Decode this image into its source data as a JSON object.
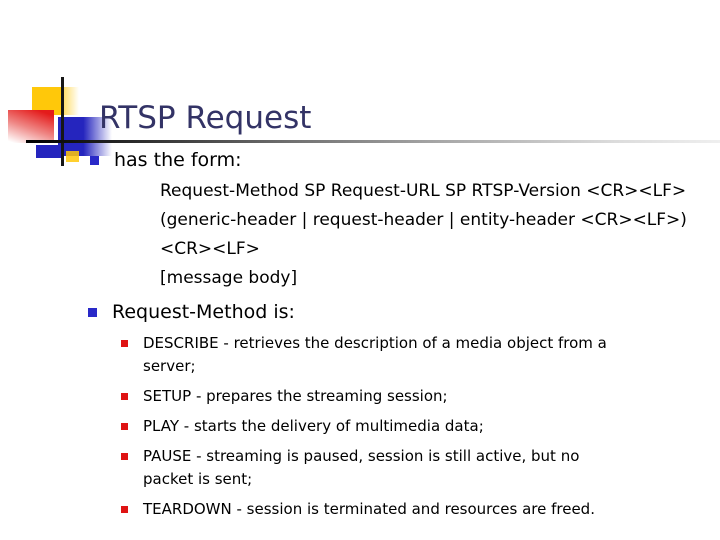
{
  "colors": {
    "title": "#333366",
    "body_text": "#000000",
    "level1_bullet": "#2929c8",
    "level2_bullet": "#df1313",
    "logo_yellow": "#ffc80a",
    "logo_blue": "#2525be",
    "logo_red": "#e41b1b"
  },
  "slide": {
    "title": "RTSP Request",
    "form_section": {
      "label": "has the form:",
      "code_lines": [
        "Request-Method SP Request-URL SP RTSP-Version <CR><LF>",
        "(generic-header | request-header | entity-header <CR><LF>)",
        "<CR><LF>",
        "[message body]"
      ]
    },
    "methods_section": {
      "label": "Request-Method is:",
      "items": [
        {
          "lines": [
            "DESCRIBE - retrieves the description of a media object from a",
            "server;"
          ]
        },
        {
          "lines": [
            "SETUP - prepares the streaming session;"
          ]
        },
        {
          "lines": [
            "PLAY - starts the delivery of multimedia data;"
          ]
        },
        {
          "lines": [
            "PAUSE - streaming is paused, session is still active, but no",
            "packet is sent;"
          ]
        },
        {
          "lines": [
            "TEARDOWN - session is terminated and resources are freed."
          ]
        }
      ]
    }
  }
}
